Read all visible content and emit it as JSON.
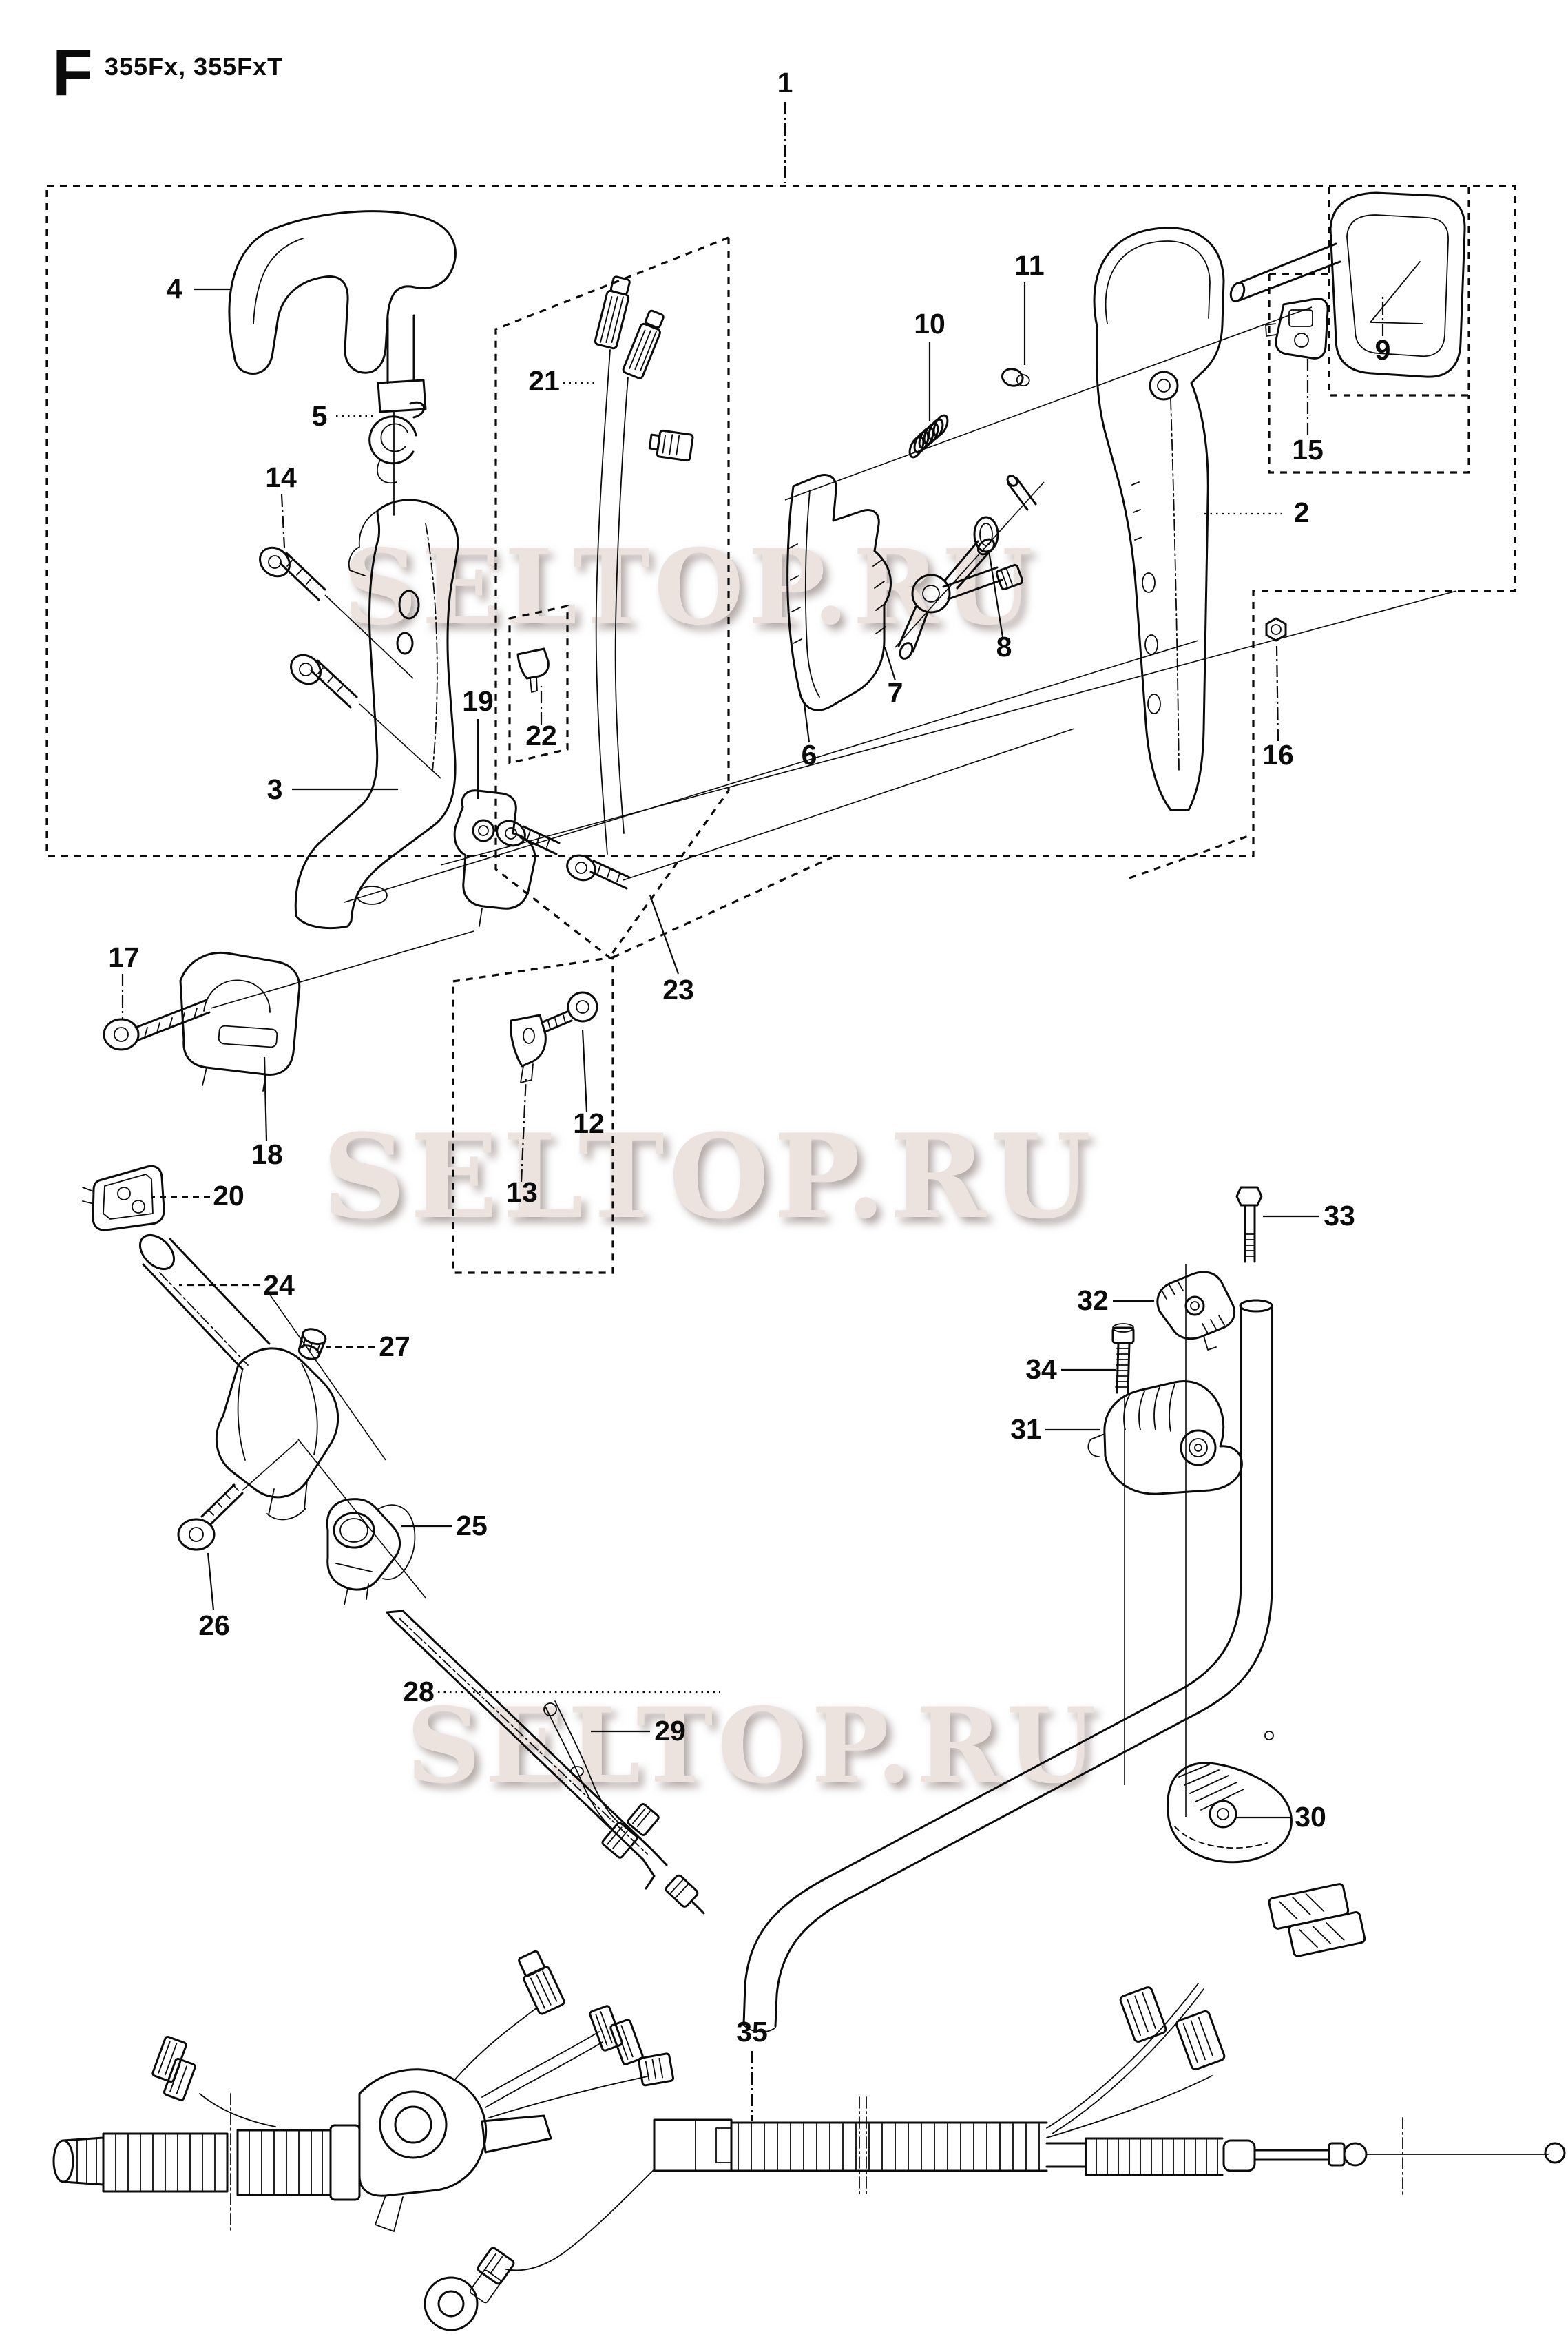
{
  "page": {
    "section_letter": "F",
    "model_title": "355Fx, 355FxT",
    "type": "exploded-parts-diagram"
  },
  "watermark": {
    "text": "SELTOP.RU",
    "color": "#ece3df"
  },
  "diagram": {
    "line_color": "#0b0b0b",
    "background": "#ffffff",
    "part_count": 35
  },
  "parts": [
    {
      "num": "1"
    },
    {
      "num": "2"
    },
    {
      "num": "3"
    },
    {
      "num": "4"
    },
    {
      "num": "5"
    },
    {
      "num": "6"
    },
    {
      "num": "7"
    },
    {
      "num": "8"
    },
    {
      "num": "9"
    },
    {
      "num": "10"
    },
    {
      "num": "11"
    },
    {
      "num": "12"
    },
    {
      "num": "13"
    },
    {
      "num": "14"
    },
    {
      "num": "15"
    },
    {
      "num": "16"
    },
    {
      "num": "17"
    },
    {
      "num": "18"
    },
    {
      "num": "19"
    },
    {
      "num": "20"
    },
    {
      "num": "21"
    },
    {
      "num": "22"
    },
    {
      "num": "23"
    },
    {
      "num": "24"
    },
    {
      "num": "25"
    },
    {
      "num": "26"
    },
    {
      "num": "27"
    },
    {
      "num": "28"
    },
    {
      "num": "29"
    },
    {
      "num": "30"
    },
    {
      "num": "31"
    },
    {
      "num": "32"
    },
    {
      "num": "33"
    },
    {
      "num": "34"
    },
    {
      "num": "35"
    }
  ]
}
